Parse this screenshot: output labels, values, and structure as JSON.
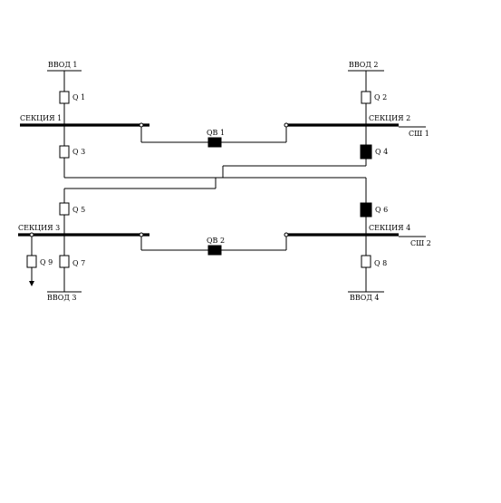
{
  "feeds": {
    "in1": "ВВОД 1",
    "in2": "ВВОД 2",
    "in3": "ВВОД 3",
    "in4": "ВВОД 4"
  },
  "sections": {
    "s1": "СЕКЦИЯ 1",
    "s2": "СЕКЦИЯ 2",
    "s3": "СЕКЦИЯ 3",
    "s4": "СЕКЦИЯ 4"
  },
  "buses": {
    "sh1": "СШ 1",
    "sh2": "СШ 2"
  },
  "switches": {
    "q1": {
      "label": "Q 1",
      "state": "open"
    },
    "q2": {
      "label": "Q 2",
      "state": "open"
    },
    "q3": {
      "label": "Q 3",
      "state": "open"
    },
    "q4": {
      "label": "Q 4",
      "state": "closed"
    },
    "q5": {
      "label": "Q 5",
      "state": "open"
    },
    "q6": {
      "label": "Q 6",
      "state": "closed"
    },
    "q7": {
      "label": "Q 7",
      "state": "open"
    },
    "q8": {
      "label": "Q 8",
      "state": "open"
    },
    "q9": {
      "label": "Q 9",
      "state": "open"
    },
    "qb1": {
      "label": "QB 1",
      "state": "closed"
    },
    "qb2": {
      "label": "QB 2",
      "state": "closed"
    }
  },
  "colors": {
    "line": "#000000",
    "background": "#ffffff"
  }
}
